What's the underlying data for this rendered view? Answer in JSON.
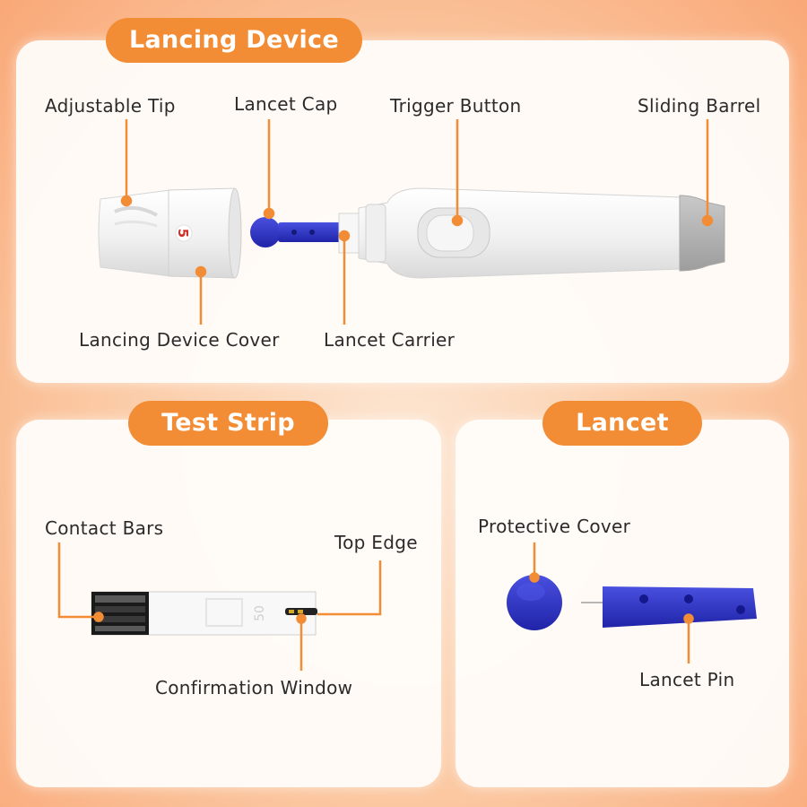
{
  "sections": {
    "device_title": "Lancing Device",
    "strip_title": "Test Strip",
    "lancet_title": "Lancet"
  },
  "labels": {
    "adjustable_tip": "Adjustable Tip",
    "lancet_cap": "Lancet Cap",
    "trigger_button": "Trigger Button",
    "sliding_barrel": "Sliding Barrel",
    "device_cover": "Lancing Device Cover",
    "lancet_carrier": "Lancet Carrier",
    "contact_bars": "Contact Bars",
    "top_edge": "Top Edge",
    "confirmation_window": "Confirmation Window",
    "protective_cover": "Protective Cover",
    "lancet_pin": "Lancet Pin"
  },
  "device": {
    "depth_number": "5"
  },
  "strip": {
    "marking": "50"
  },
  "colors": {
    "accent": "#f28c35",
    "lancet_blue": "#2a2fc4",
    "device_white": "#f3f3f3",
    "depth_red": "#d0302a"
  }
}
